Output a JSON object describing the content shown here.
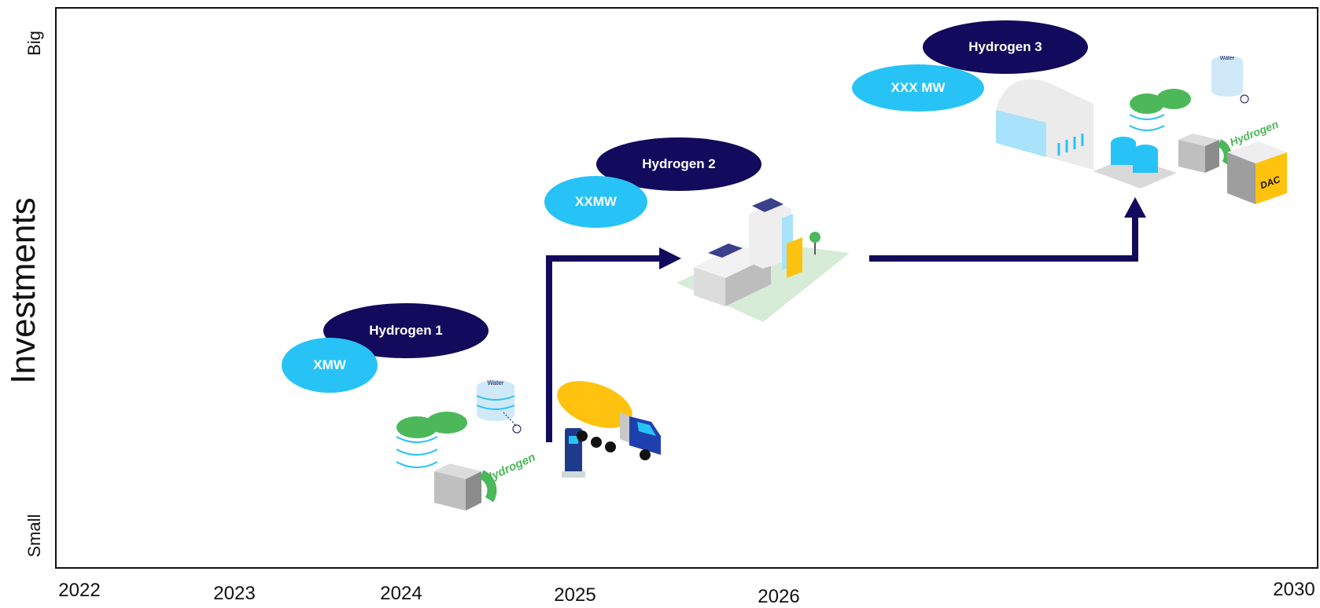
{
  "axis": {
    "y_title": "Investments",
    "y_top": "Big",
    "y_bottom": "Small"
  },
  "years": [
    "2022",
    "2023",
    "2024",
    "2025",
    "2026",
    "2030"
  ],
  "stages": [
    {
      "name": "Hydrogen 1",
      "capacity_line1": "X",
      "capacity_line2": "MW"
    },
    {
      "name": "Hydrogen 2",
      "capacity_line1": "XX",
      "capacity_line2": "MW"
    },
    {
      "name": "Hydrogen 3",
      "capacity_line1": "XXX MW"
    }
  ],
  "icons": {
    "water_label": "Water",
    "hydrogen_label": "Hydrogen",
    "dac_label": "DAC"
  },
  "colors": {
    "navy": "#120a5c",
    "cyan": "#27c3f6",
    "green": "#4cb85a",
    "yellow": "#ffc20e",
    "light_blue": "#a8e2fb"
  }
}
